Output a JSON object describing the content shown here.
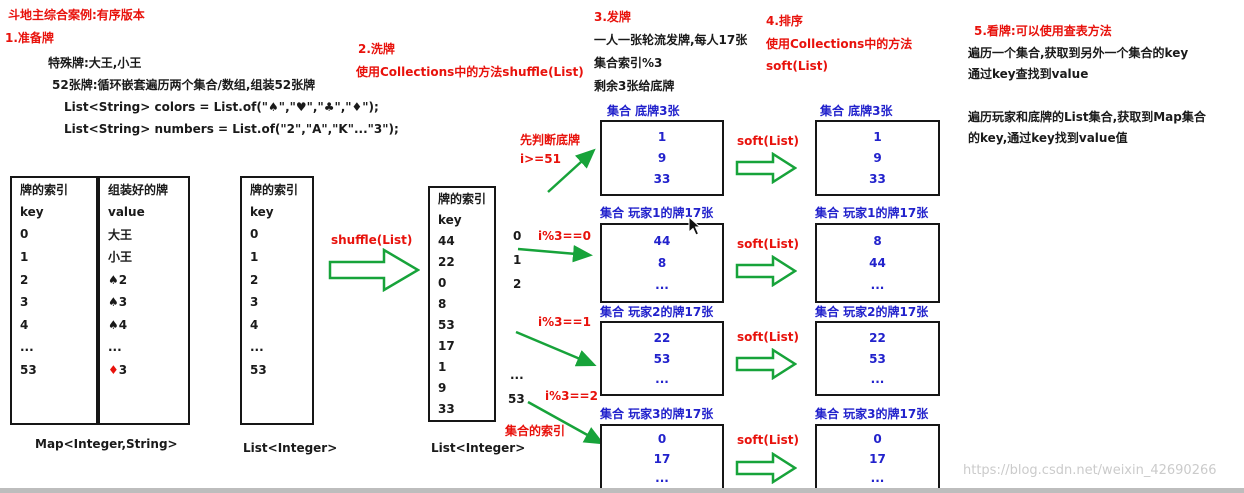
{
  "page": {
    "title": "斗地主综合案例:有序版本",
    "watermark": "https://blog.csdn.net/weixin_42690266"
  },
  "step1": {
    "title": "1.准备牌",
    "line1": "特殊牌:大王,小王",
    "line2": "52张牌:循环嵌套遍历两个集合/数组,组装52张牌",
    "code1": "List<String> colors = List.of(\"♠\",\"♥\",\"♣\",\"♦\");",
    "code2": "List<String> numbers = List.of(\"2\",\"A\",\"K\"...\"3\");"
  },
  "step2": {
    "title": "2.洗牌",
    "line1": "使用Collections中的方法shuffle(List)"
  },
  "step3": {
    "title": "3.发牌",
    "line1": "一人一张轮流发牌,每人17张",
    "line2": "集合索引%3",
    "line3": "剩余3张给底牌"
  },
  "step4": {
    "title": "4.排序",
    "line1": "使用Collections中的方法",
    "line2": "soft(List)"
  },
  "step5": {
    "title": "5.看牌:可以使用查表方法",
    "line1": "遍历一个集合,获取到另外一个集合的key",
    "line2": "通过key查找到value",
    "line3": "遍历玩家和底牌的List集合,获取到Map集合",
    "line4": "的key,通过key找到value值"
  },
  "map_table": {
    "caption": "Map<Integer,String>",
    "key_col": {
      "header": "牌的索引",
      "subheader": "key",
      "rows": [
        "0",
        "1",
        "2",
        "3",
        "4",
        "...",
        "53"
      ]
    },
    "value_col": {
      "header": "组装好的牌",
      "subheader": "value",
      "rows": [
        "大王",
        "小王",
        "♠2",
        "♠3",
        "♠4",
        "..."
      ],
      "last_suit": "♦",
      "last_num": "3"
    }
  },
  "list_table": {
    "caption": "List<Integer>",
    "header": "牌的索引",
    "subheader": "key",
    "rows": [
      "0",
      "1",
      "2",
      "3",
      "4",
      "...",
      "53"
    ]
  },
  "shuffled_table": {
    "caption": "List<Integer>",
    "header": "牌的索引",
    "subheader": "key",
    "rows": [
      "44",
      "22",
      "0",
      "8",
      "53",
      "17",
      "1",
      "9",
      "33"
    ],
    "side_indices": [
      "0",
      "1",
      "2",
      "...",
      "53"
    ],
    "index_note": "集合的索引"
  },
  "arrows": {
    "shuffle_label": "shuffle(List)",
    "sort_label": "soft(List)",
    "judge_line1": "先判断底牌",
    "judge_line2": "i>=51",
    "mod0": "i%3==0",
    "mod1": "i%3==1",
    "mod2": "i%3==2"
  },
  "deal_boxes": [
    {
      "title": "集合 底牌3张",
      "values": [
        "1",
        "9",
        "33"
      ]
    },
    {
      "title": "集合 玩家1的牌17张",
      "values": [
        "44",
        "8",
        "..."
      ]
    },
    {
      "title": "集合 玩家2的牌17张",
      "values": [
        "22",
        "53",
        "..."
      ]
    },
    {
      "title": "集合 玩家3的牌17张",
      "values": [
        "0",
        "17",
        "..."
      ]
    }
  ],
  "sorted_boxes": [
    {
      "title": "集合 底牌3张",
      "values": [
        "1",
        "9",
        "33"
      ]
    },
    {
      "title": "集合 玩家1的牌17张",
      "values": [
        "8",
        "44",
        "..."
      ]
    },
    {
      "title": "集合 玩家2的牌17张",
      "values": [
        "22",
        "53",
        "..."
      ]
    },
    {
      "title": "集合 玩家3的牌17张",
      "values": [
        "0",
        "17",
        "..."
      ]
    }
  ],
  "colors": {
    "red": "#e8120c",
    "blue": "#2222cc",
    "green": "#17a33a"
  }
}
